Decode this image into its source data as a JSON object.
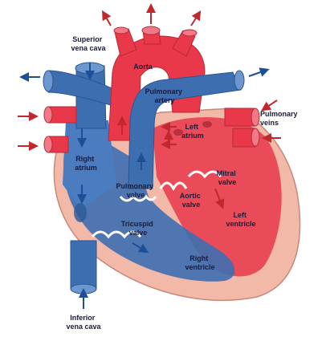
{
  "diagram": {
    "labels": {
      "superior_vena_cava": [
        "Superior",
        "vena cava"
      ],
      "aorta": [
        "Aorta"
      ],
      "pulmonary_artery": [
        "Pulmonary",
        "artery"
      ],
      "pulmonary_veins": [
        "Pulmonary",
        "veins"
      ],
      "left_atrium": [
        "Left",
        "atrium"
      ],
      "right_atrium": [
        "Right",
        "atrium"
      ],
      "pulmonary_valve": [
        "Pulmonary",
        "valve"
      ],
      "mitral_valve": [
        "Mitral",
        "valve"
      ],
      "aortic_valve": [
        "Aortic",
        "valve"
      ],
      "left_ventricle": [
        "Left",
        "ventricle"
      ],
      "tricuspid_valve": [
        "Tricuspid",
        "valve"
      ],
      "right_ventricle": [
        "Right",
        "ventricle"
      ],
      "inferior_vena_cava": [
        "Inferior",
        "vena cava"
      ]
    },
    "colors": {
      "oxygenated_blood": "#e8384a",
      "deoxygenated_blood": "#3d6fb0",
      "heart_wall": "#f2b8a8",
      "arrow_red": "#c0282e",
      "arrow_blue": "#1e4e96",
      "valve_outline": "#ffffff"
    }
  }
}
